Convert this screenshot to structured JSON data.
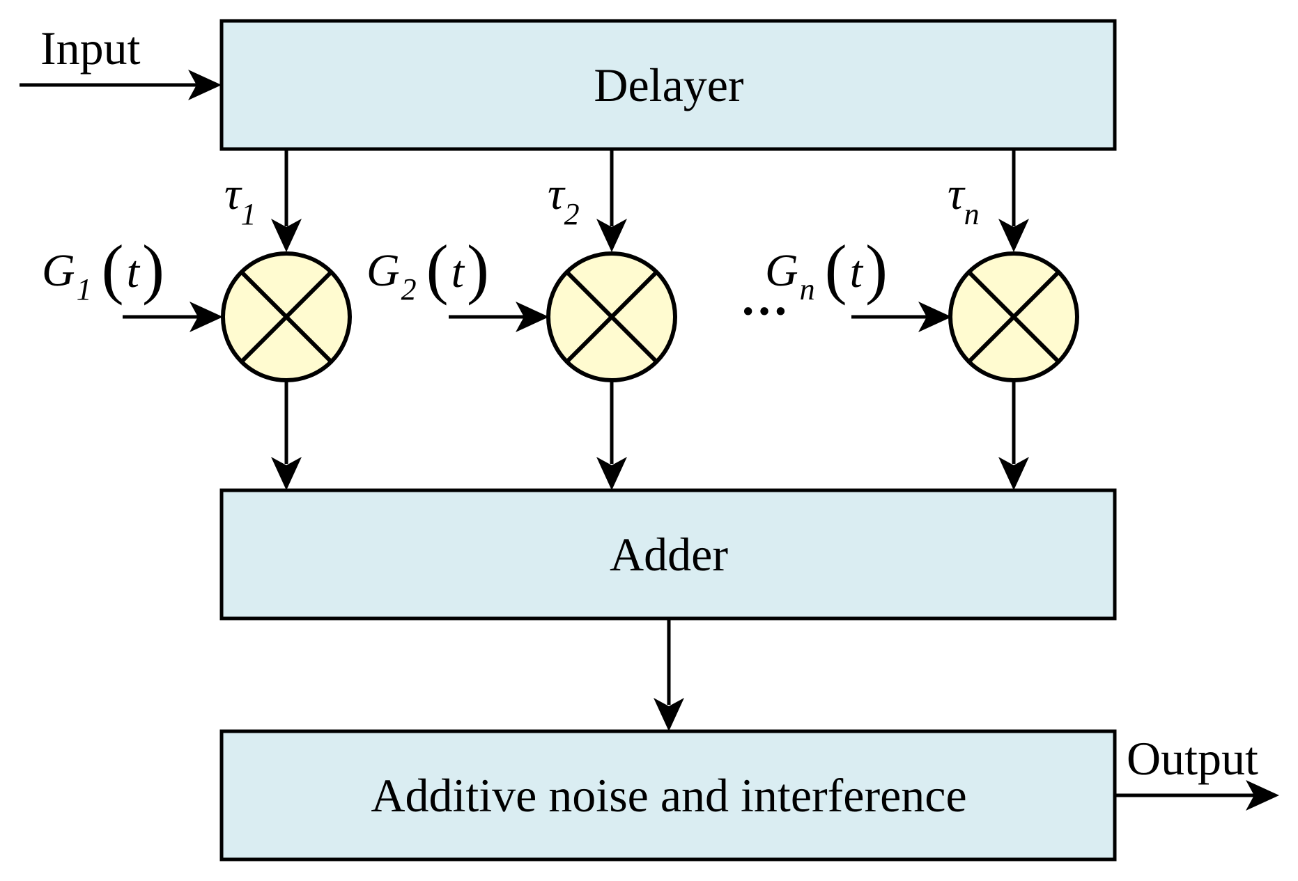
{
  "blocks": {
    "delayer": "Delayer",
    "adder": "Adder",
    "noise": "Additive noise and interference"
  },
  "io": {
    "input": "Input",
    "output": "Output"
  },
  "branches": [
    {
      "delay_symbol": "τ",
      "delay_sub": "1",
      "gain_symbol": "G",
      "gain_sub": "1",
      "arg": "t"
    },
    {
      "delay_symbol": "τ",
      "delay_sub": "2",
      "gain_symbol": "G",
      "gain_sub": "2",
      "arg": "t"
    },
    {
      "delay_symbol": "τ",
      "delay_sub": "n",
      "gain_symbol": "G",
      "gain_sub": "n",
      "arg": "t"
    }
  ],
  "ellipsis": "···",
  "colors": {
    "block_fill": "#daedf2",
    "multiplier_fill": "#fffbd0",
    "stroke": "#000000"
  }
}
